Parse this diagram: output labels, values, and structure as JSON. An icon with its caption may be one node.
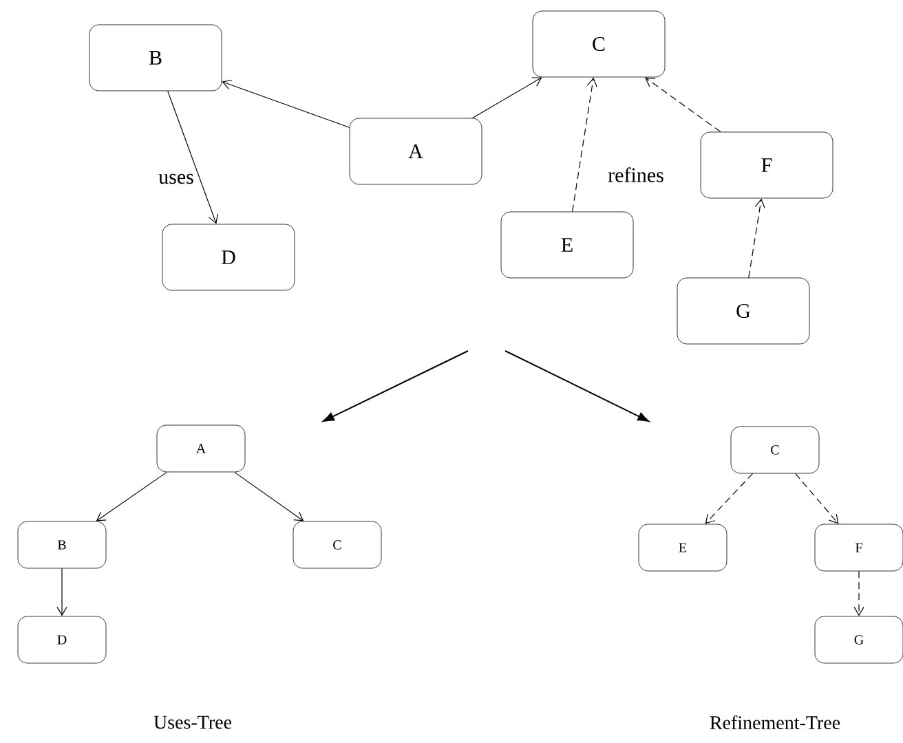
{
  "diagram": {
    "nodes": [
      {
        "text": [
          "B"
        ]
      },
      {
        "text": [
          "C"
        ]
      },
      {
        "text": [
          "A"
        ]
      },
      {
        "text": [
          "D"
        ]
      },
      {
        "text": [
          "E"
        ]
      },
      {
        "text": [
          "F"
        ]
      },
      {
        "text": [
          "G"
        ]
      },
      {
        "text": [
          "A"
        ]
      },
      {
        "text": [
          "B"
        ]
      },
      {
        "text": [
          "C"
        ]
      },
      {
        "text": [
          "D"
        ]
      },
      {
        "text": [
          "C"
        ]
      },
      {
        "text": [
          "E"
        ]
      },
      {
        "text": [
          "F"
        ]
      },
      {
        "text": [
          "G"
        ]
      }
    ],
    "edges": [
      {
        "from": 2,
        "to": 0,
        "arrow": "to"
      },
      {
        "from": 2,
        "to": 1,
        "arrow": "to"
      },
      {
        "from": 0,
        "to": 3,
        "arrow": "to",
        "label": "uses"
      },
      {
        "from": 4,
        "to": 1,
        "arrow": "to",
        "style": "dashed",
        "label": "refines"
      },
      {
        "from": 5,
        "to": 1,
        "arrow": "to",
        "style": "dashed"
      },
      {
        "from": 6,
        "to": 5,
        "arrow": "to",
        "style": "dashed"
      },
      {
        "from": 7,
        "to": 8,
        "arrow": "to"
      },
      {
        "from": 7,
        "to": 9,
        "arrow": "to"
      },
      {
        "from": 8,
        "to": 10,
        "arrow": "to"
      },
      {
        "from": 11,
        "to": 12,
        "arrow": "to",
        "style": "dashed"
      },
      {
        "from": 11,
        "to": 13,
        "arrow": "to",
        "style": "dashed"
      },
      {
        "from": 13,
        "to": 14,
        "arrow": "to",
        "style": "dashed"
      }
    ],
    "labels": [
      "Uses-Tree",
      "Refinement-Tree"
    ]
  }
}
